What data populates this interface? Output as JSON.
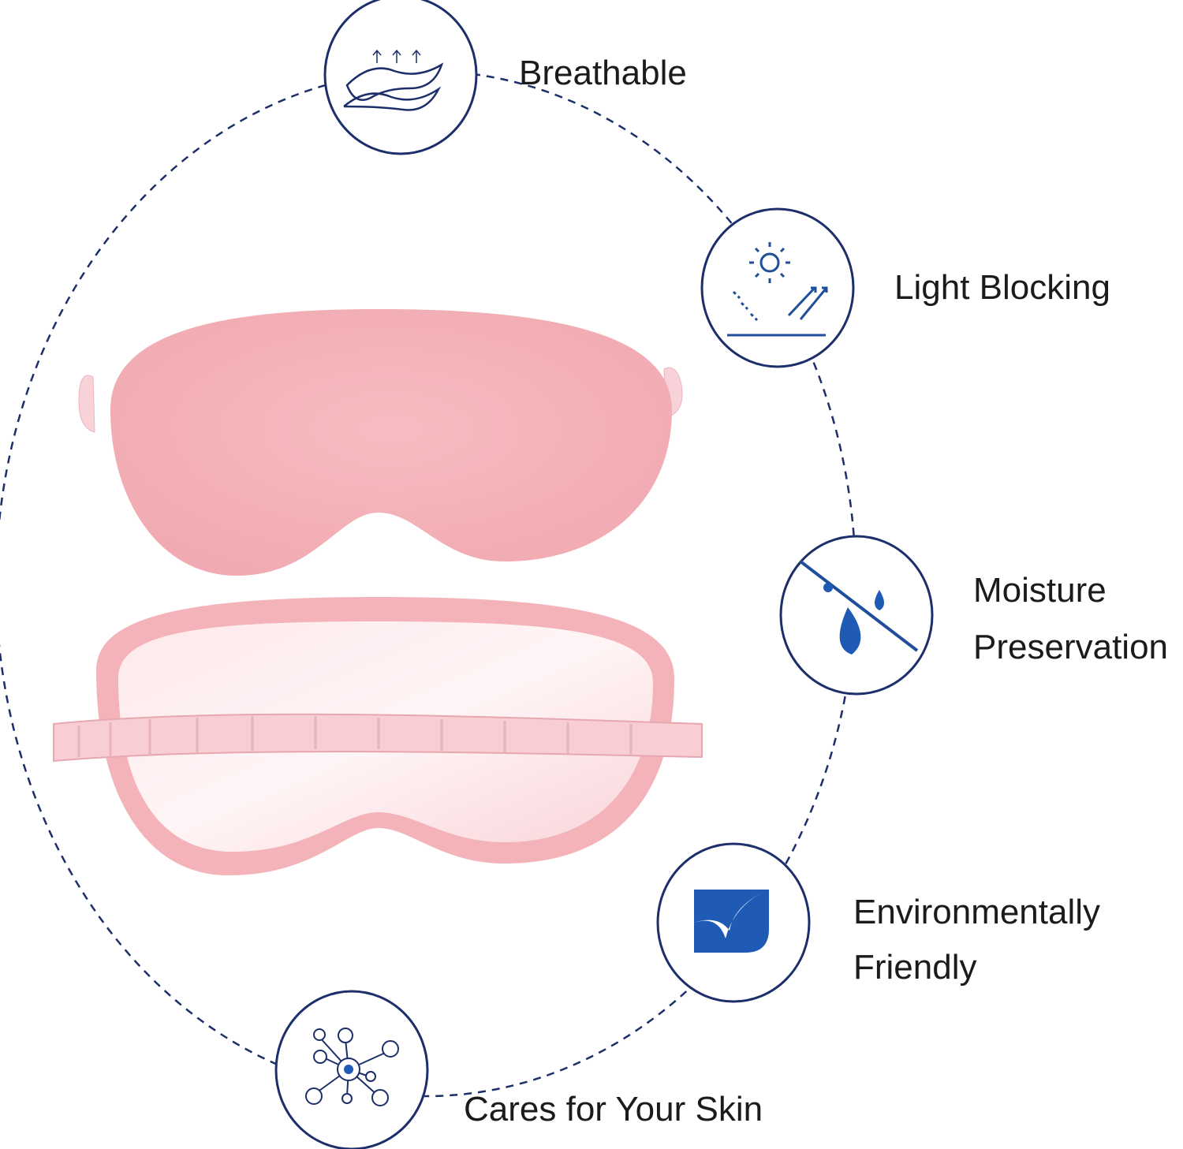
{
  "features": [
    {
      "icon": "breathable-fabric-icon",
      "label": "Breathable"
    },
    {
      "icon": "sun-block-icon",
      "label": "Light Blocking"
    },
    {
      "icon": "moisture-drop-icon",
      "label_line1": "Moisture",
      "label_line2": "Preservation"
    },
    {
      "icon": "leaf-icon",
      "label_line1": "Environmentally",
      "label_line2": "Friendly"
    },
    {
      "icon": "molecule-icon",
      "label": "Cares for Your Skin"
    }
  ],
  "colors": {
    "icon_ring": "#1d2f6b",
    "icon_fill": "#1f5bb5",
    "mask_pink": "#f4b8bd",
    "satin_pink": "#fbe0e4"
  }
}
